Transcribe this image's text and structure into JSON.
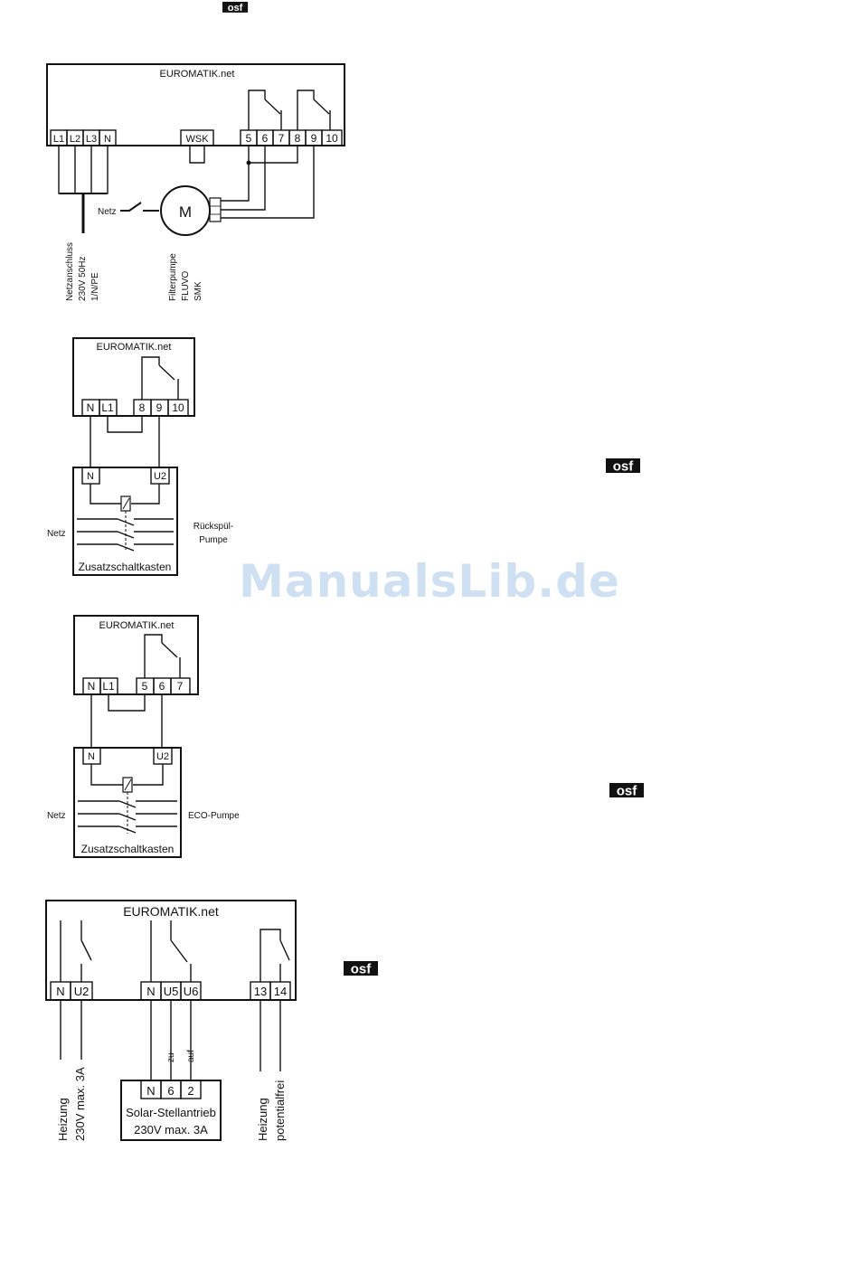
{
  "logo": "osf",
  "watermark": "ManualsLib.de",
  "d1": {
    "title": "EUROMATIK.net",
    "t_L1": "L1",
    "t_L2": "L2",
    "t_L3": "L3",
    "t_N": "N",
    "t_WSK": "WSK",
    "t5": "5",
    "t6": "6",
    "t7": "7",
    "t8": "8",
    "t9": "9",
    "t10": "10",
    "netz": "Netz",
    "motor": "M",
    "supply_1": "Netzanschluss",
    "supply_2": "230V 50Hz",
    "supply_3": "1/N/PE",
    "pump_1": "Filterpumpe",
    "pump_2": "FLUVO",
    "pump_3": "SMK"
  },
  "d2": {
    "title": "EUROMATIK.net",
    "t_N": "N",
    "t_L1": "L1",
    "t8": "8",
    "t9": "9",
    "t10": "10",
    "box_N": "N",
    "box_U2": "U2",
    "netz": "Netz",
    "pump_1": "Rückspül-",
    "pump_2": "Pumpe",
    "box_label": "Zusatzschaltkasten"
  },
  "d3": {
    "title": "EUROMATIK.net",
    "t_N": "N",
    "t_L1": "L1",
    "t5": "5",
    "t6": "6",
    "t7": "7",
    "box_N": "N",
    "box_U2": "U2",
    "netz": "Netz",
    "pump": "ECO-Pumpe",
    "box_label": "Zusatzschaltkasten"
  },
  "d4": {
    "title": "EUROMATIK.net",
    "t_N1": "N",
    "t_U2": "U2",
    "t_N2": "N",
    "t_U5": "U5",
    "t_U6": "U6",
    "t13": "13",
    "t14": "14",
    "zu": "zu",
    "auf": "auf",
    "heat1_1": "Heizung",
    "heat1_2": "230V max. 3A",
    "heat2_1": "Heizung",
    "heat2_2": "potentialfrei",
    "solar_N": "N",
    "solar_6": "6",
    "solar_2": "2",
    "solar_1": "Solar-Stellantrieb",
    "solar_2l": "230V max. 3A"
  }
}
